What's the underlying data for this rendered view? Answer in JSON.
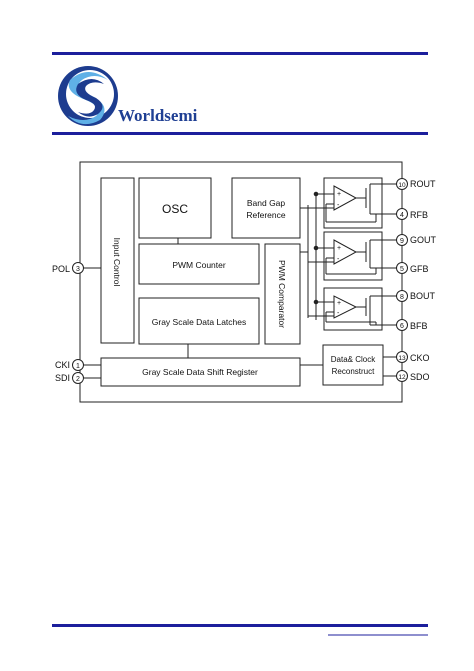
{
  "header": {
    "brand_name": "Worldsemi",
    "logo_letter": "S",
    "rule_color": "#1c1f9c",
    "logo_colors": {
      "dark": "#1d3c8f",
      "light": "#5fb0e6"
    }
  },
  "diagram": {
    "blocks": {
      "input_control": "Input Control",
      "osc": "OSC",
      "bandgap_line1": "Band Gap",
      "bandgap_line2": "Reference",
      "pwm_counter": "PWM Counter",
      "pwm_comparator": "PWM Comparator",
      "gray_latches": "Gray Scale Data Latches",
      "shift_register": "Gray Scale Data Shift Register",
      "reconstruct_line1": "Data& Clock",
      "reconstruct_line2": "Reconstruct"
    },
    "pins": [
      {
        "num": "3",
        "name": "POL"
      },
      {
        "num": "1",
        "name": "CKI"
      },
      {
        "num": "2",
        "name": "SDI"
      },
      {
        "num": "10",
        "name": "ROUT"
      },
      {
        "num": "4",
        "name": "RFB"
      },
      {
        "num": "9",
        "name": "GOUT"
      },
      {
        "num": "5",
        "name": "GFB"
      },
      {
        "num": "8",
        "name": "BOUT"
      },
      {
        "num": "6",
        "name": "BFB"
      },
      {
        "num": "13",
        "name": "CKO"
      },
      {
        "num": "12",
        "name": "SDO"
      }
    ],
    "amp_symbols": {
      "plus": "+",
      "minus": "-"
    }
  }
}
